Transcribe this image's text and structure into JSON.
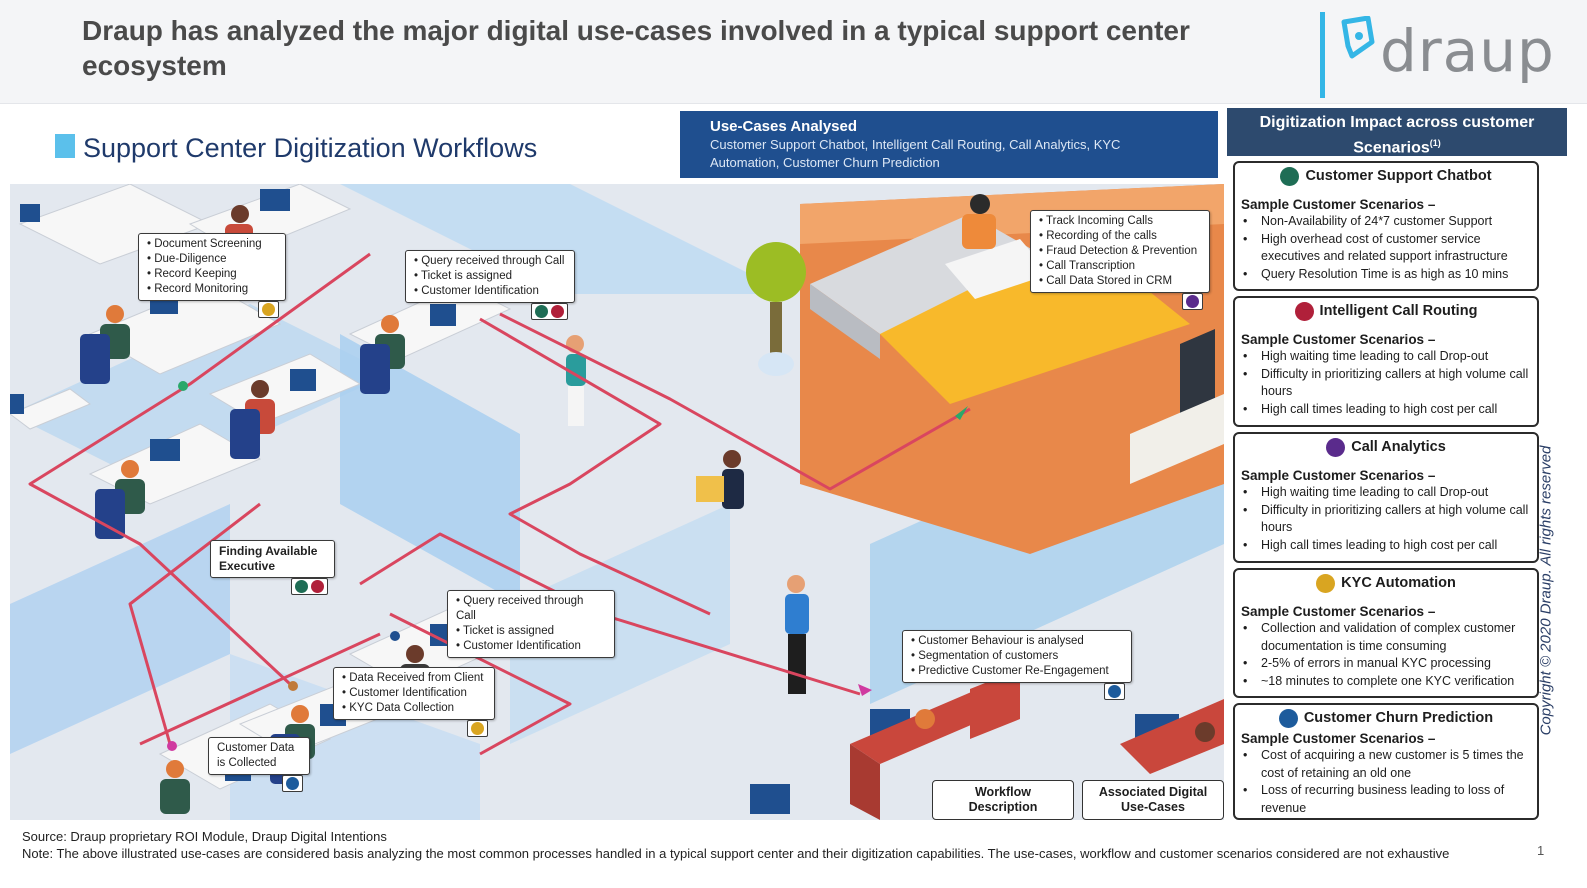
{
  "header": {
    "title": "Draup has analyzed the major digital use-cases involved in a typical support center ecosystem",
    "logo_text": "draup"
  },
  "section": {
    "title": "Support Center Digitization Workflows"
  },
  "use_cases": {
    "title": "Use-Cases Analysed",
    "list": "Customer Support Chatbot, Intelligent Call Routing, Call Analytics, KYC Automation, Customer Churn Prediction"
  },
  "callouts": {
    "doc_screening": [
      "Document Screening",
      "Due-Diligence",
      "Record Keeping",
      "Record Monitoring"
    ],
    "query_top": [
      "Query received through Call",
      "Ticket is assigned",
      "Customer Identification"
    ],
    "track_calls": [
      "Track Incoming Calls",
      "Recording of the calls",
      "Fraud Detection & Prevention",
      "Call Transcription",
      "Call Data Stored in CRM"
    ],
    "finding_exec": "Finding Available Executive",
    "query_mid": [
      "Query received through Call",
      "Ticket is assigned",
      "Customer Identification"
    ],
    "data_received": [
      "Data Received from Client",
      "Customer Identification",
      "KYC Data Collection"
    ],
    "customer_data": "Customer Data is Collected",
    "behaviour": [
      "Customer Behaviour is analysed",
      "Segmentation of customers",
      "Predictive Customer Re-Engagement"
    ]
  },
  "legend": {
    "workflow": "Workflow Description",
    "digital": "Associated Digital Use-Cases"
  },
  "impact": {
    "header": "Digitization Impact across customer Scenarios",
    "header_sup": "(1)",
    "cards": [
      {
        "title": "Customer Support Chatbot",
        "sub": "Sample Customer Scenarios –",
        "items": [
          "Non-Availability of 24*7 customer Support",
          "High overhead cost of customer service executives and related support infrastructure",
          "Query Resolution Time is as high as 10 mins"
        ]
      },
      {
        "title": "Intelligent Call Routing",
        "sub": "Sample Customer Scenarios –",
        "items": [
          "High waiting time leading to call Drop-out",
          "Difficulty in prioritizing callers at high volume call hours",
          "High call times leading to high cost per call"
        ]
      },
      {
        "title": "Call Analytics",
        "sub": "Sample Customer Scenarios –",
        "items": [
          "High waiting time leading to call Drop-out",
          "Difficulty in prioritizing callers at high volume call hours",
          "High call times leading to high cost per call"
        ]
      },
      {
        "title": "KYC Automation",
        "sub": "Sample Customer Scenarios –",
        "items": [
          "Collection and validation of complex customer documentation is time consuming",
          "2-5% of errors in manual KYC processing",
          "~18 minutes to complete one KYC verification"
        ]
      },
      {
        "title": "Customer Churn Prediction",
        "sub": "Sample Customer Scenarios –",
        "items": [
          "Cost of acquiring a new customer is 5 times the cost of retaining an old one",
          "Loss of recurring business leading to loss of revenue"
        ]
      }
    ]
  },
  "copyright": "Copyright © 2020 Draup. All rights reserved",
  "footer": {
    "source": "Source: Draup proprietary ROI Module, Draup Digital Intentions",
    "note": "Note: The above illustrated use-cases are considered basis analyzing the most common processes handled in a typical support center and their digitization capabilities. The use-cases, workflow and customer scenarios considered are not exhaustive"
  },
  "page_number": "1",
  "colors": {
    "accent_blue": "#1f4f8f",
    "panel_header": "#2d4a6e",
    "route_line": "#d9465f",
    "logo_blue": "#34b6e6",
    "chatbot": "#1e6d55",
    "routing": "#b0203a",
    "analytics": "#5a2b8c",
    "kyc": "#d9a521",
    "churn": "#1d5b9c"
  }
}
